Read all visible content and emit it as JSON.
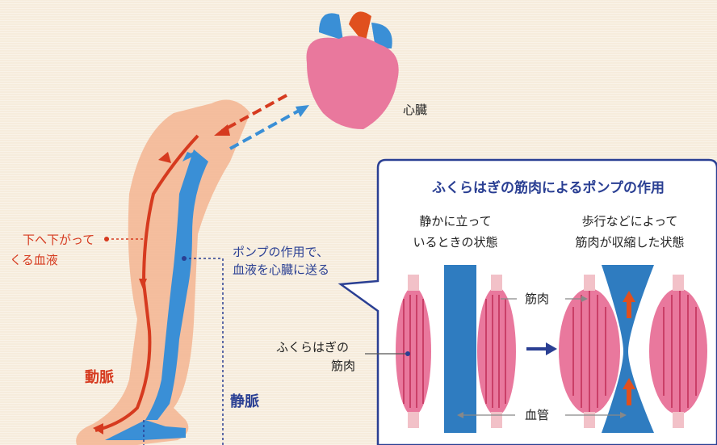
{
  "labels": {
    "heart": "心臓",
    "artery_flow": [
      "下へ下がって",
      "くる血液"
    ],
    "vein_pump": [
      "ポンプの作用で、",
      "血液を心臓に送る"
    ],
    "artery": "動脈",
    "vein": "静脈",
    "calf_muscle": [
      "ふくらはぎの",
      "筋肉"
    ]
  },
  "panel": {
    "title": "ふくらはぎの筋肉によるポンプの作用",
    "left_caption": [
      "静かに立って",
      "いるときの状態"
    ],
    "right_caption": [
      "歩行などによって",
      "筋肉が収縮した状態"
    ],
    "muscle_label": "筋肉",
    "vessel_label": "血管"
  },
  "colors": {
    "artery": "#d63a1f",
    "vein": "#2a3f93",
    "vein_fill": "#3a8fd6",
    "muscle": "#e9789d",
    "skin": "#f4b896"
  }
}
